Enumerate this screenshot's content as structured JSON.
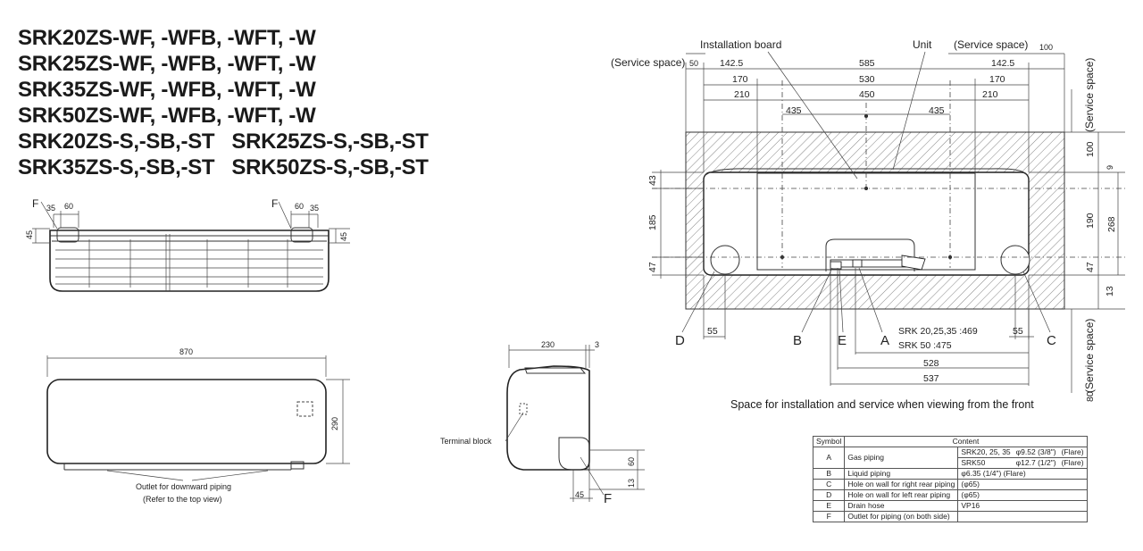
{
  "models": [
    "SRK20ZS-WF, -WFB, -WFT, -W",
    "SRK25ZS-WF, -WFB, -WFT, -W",
    "SRK35ZS-WF, -WFB, -WFT, -W",
    "SRK50ZS-WF, -WFB, -WFT, -W",
    "SRK20ZS-S,-SB,-ST   SRK25ZS-S,-SB,-ST",
    "SRK35ZS-S,-SB,-ST   SRK50ZS-S,-SB,-ST"
  ],
  "top_view": {
    "label_f_left": "F",
    "label_f_right": "F",
    "dim_35": "35",
    "dim_60": "60",
    "dim_45": "45"
  },
  "front_view": {
    "width": "870",
    "height": "290",
    "outlet_note_1": "Outlet for downward piping",
    "outlet_note_2": "(Refer to the top view)"
  },
  "side_view": {
    "depth": "230",
    "gap": "3",
    "terminal_block": "Terminal block",
    "dim_60": "60",
    "dim_13": "13",
    "dim_45": "45",
    "label_f": "F"
  },
  "install_view": {
    "installation_board": "Installation board",
    "unit": "Unit",
    "service_space": "(Service space)",
    "service_space_v": "(Service space)",
    "dims_top": {
      "left_service": "50",
      "right_service": "100",
      "d142_5": "142.5",
      "d585": "585",
      "d170": "170",
      "d530": "530",
      "d210": "210",
      "d450": "450",
      "d435": "435"
    },
    "dims_left": {
      "d43": "43",
      "d185": "185",
      "d47": "47"
    },
    "dims_right": {
      "d100": "100",
      "d9": "9",
      "d190": "190",
      "d268": "268",
      "d47": "47",
      "d13": "13",
      "d80": "80"
    },
    "dims_bottom": {
      "d55": "55",
      "srk_a": "SRK 20,25,35 :469",
      "srk_b": "SRK 50           :475",
      "d528": "528",
      "d537": "537"
    },
    "point_labels": {
      "a": "A",
      "b": "B",
      "c": "C",
      "d": "D",
      "e": "E"
    }
  },
  "caption": "Space for installation and service when viewing from the front",
  "symbol_table": {
    "header_symbol": "Symbol",
    "header_content": "Content",
    "rows": [
      {
        "sym": "A",
        "name": "Gas piping",
        "m1": "SRK20, 25, 35",
        "v1": "φ9.52 (3/8\")",
        "f1": "(Flare)",
        "m2": "SRK50",
        "v2": "φ12.7 (1/2\")",
        "f2": "(Flare)"
      },
      {
        "sym": "B",
        "name": "Liquid piping",
        "v": "φ6.35 (1/4\")   (Flare)"
      },
      {
        "sym": "C",
        "name": "Hole on wall for right rear piping",
        "v": "(φ65)"
      },
      {
        "sym": "D",
        "name": "Hole on wall for left rear piping",
        "v": "(φ65)"
      },
      {
        "sym": "E",
        "name": "Drain hose",
        "v": "VP16"
      },
      {
        "sym": "F",
        "name": "Outlet for piping  (on both side)",
        "v": ""
      }
    ]
  }
}
